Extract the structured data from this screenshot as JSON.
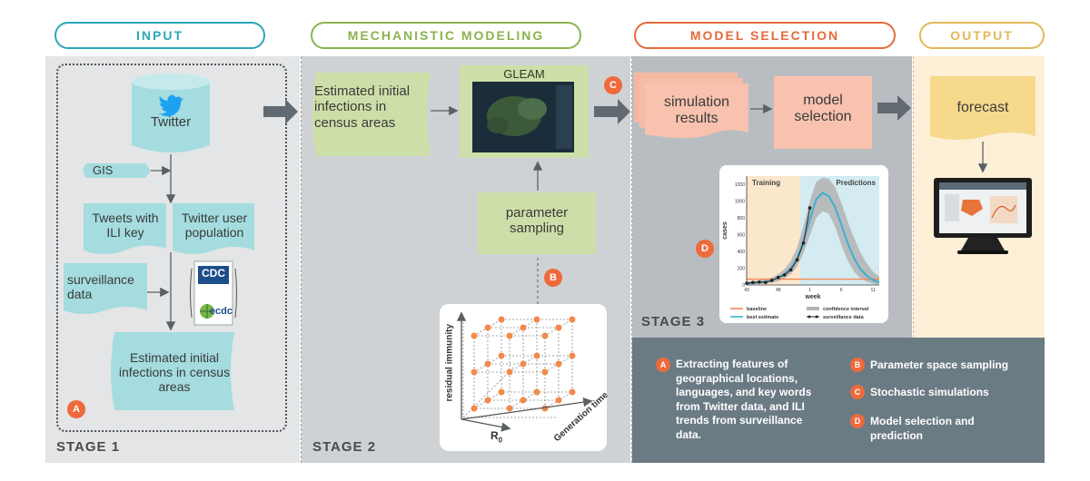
{
  "headers": {
    "input": "INPUT",
    "mechanistic": "MECHANISTIC MODELING",
    "selection": "MODEL SELECTION",
    "output": "OUTPUT"
  },
  "stages": {
    "s1": "STAGE 1",
    "s2": "STAGE 2",
    "s3": "STAGE 3"
  },
  "stage1": {
    "twitter": "Twitter",
    "gis": "GIS",
    "tweets": "Tweets with ILI key",
    "user_pop": "Twitter user population",
    "surveillance": "surveillance data",
    "cdc": "CDC",
    "ecdc": "ecdc",
    "estimated": "Estimated initial infections in census areas",
    "badge": "A"
  },
  "stage2": {
    "estimated": "Estimated initial infections in census areas",
    "gleam": "GLEAM",
    "param": "parameter sampling",
    "badge_b": "B",
    "badge_c": "C",
    "axis_y": "residual immunity",
    "axis_x": "R",
    "axis_x_sub": "0",
    "axis_z": "Generation time"
  },
  "stage3": {
    "sim": "simulation results",
    "model": "model selection",
    "badge_d": "D"
  },
  "output": {
    "forecast": "forecast"
  },
  "chart_data": {
    "type": "line",
    "region_labels": [
      "Training",
      "Predictions"
    ],
    "ylabel": "cases",
    "xlabel": "week",
    "y_ticks": [
      0,
      200,
      400,
      600,
      800,
      1000,
      1200
    ],
    "x_ticks": [
      "43",
      "48",
      "1",
      "6",
      "11"
    ],
    "legend": [
      "baseline",
      "best estimate",
      "confidence interval",
      "surveillance data"
    ],
    "colors": {
      "baseline": "#f0894f",
      "best_estimate": "#3aafd4",
      "ci": "#b3b3b3",
      "surveillance": "#222222",
      "training_bg": "#fbe7cc",
      "prediction_bg": "#d3ebf1"
    },
    "training_end_week": 51.5,
    "baseline": 70,
    "surveillance": {
      "weeks": [
        43,
        44,
        45,
        46,
        47,
        48,
        49,
        50,
        51,
        52,
        53
      ],
      "values": [
        20,
        30,
        35,
        30,
        55,
        90,
        120,
        180,
        300,
        500,
        920
      ]
    },
    "best_estimate": {
      "weeks": [
        43,
        44,
        45,
        46,
        47,
        48,
        49,
        50,
        51,
        52,
        53,
        54,
        55,
        56,
        57,
        58,
        59,
        60,
        61,
        62,
        63,
        64
      ],
      "values": [
        20,
        25,
        30,
        40,
        55,
        85,
        130,
        200,
        320,
        520,
        780,
        1020,
        1100,
        1060,
        930,
        720,
        500,
        320,
        190,
        110,
        60,
        30
      ]
    },
    "ci_upper": [
      40,
      45,
      55,
      65,
      90,
      130,
      190,
      290,
      450,
      700,
      1000,
      1230,
      1280,
      1270,
      1170,
      980,
      760,
      560,
      390,
      260,
      160,
      100
    ],
    "ci_lower": [
      5,
      10,
      12,
      18,
      25,
      45,
      80,
      130,
      220,
      380,
      590,
      800,
      880,
      850,
      700,
      480,
      290,
      160,
      80,
      40,
      15,
      5
    ]
  },
  "legend": {
    "a": "Extracting features of geographical locations, languages, and key words from Twitter data, and ILI trends from surveillance data.",
    "b": "Parameter space sampling",
    "c": "Stochastic simulations",
    "d": "Model selection and prediction",
    "badge_a": "A",
    "badge_b": "B",
    "badge_c": "C",
    "badge_d": "D"
  }
}
